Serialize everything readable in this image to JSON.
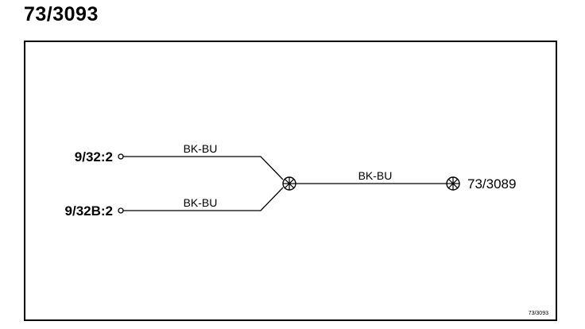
{
  "title": "73/3093",
  "connectors": {
    "top": "9/32:2",
    "bottom": "9/32B:2",
    "destination": "73/3089"
  },
  "wires": {
    "top": "BK-BU",
    "bottom": "BK-BU",
    "main": "BK-BU"
  },
  "reference": "73/3093",
  "colors": {
    "ink": "#000000",
    "background": "#ffffff"
  },
  "icons": {
    "pin": "open-circle",
    "splice": "circle-x",
    "terminal": "circle-x"
  }
}
